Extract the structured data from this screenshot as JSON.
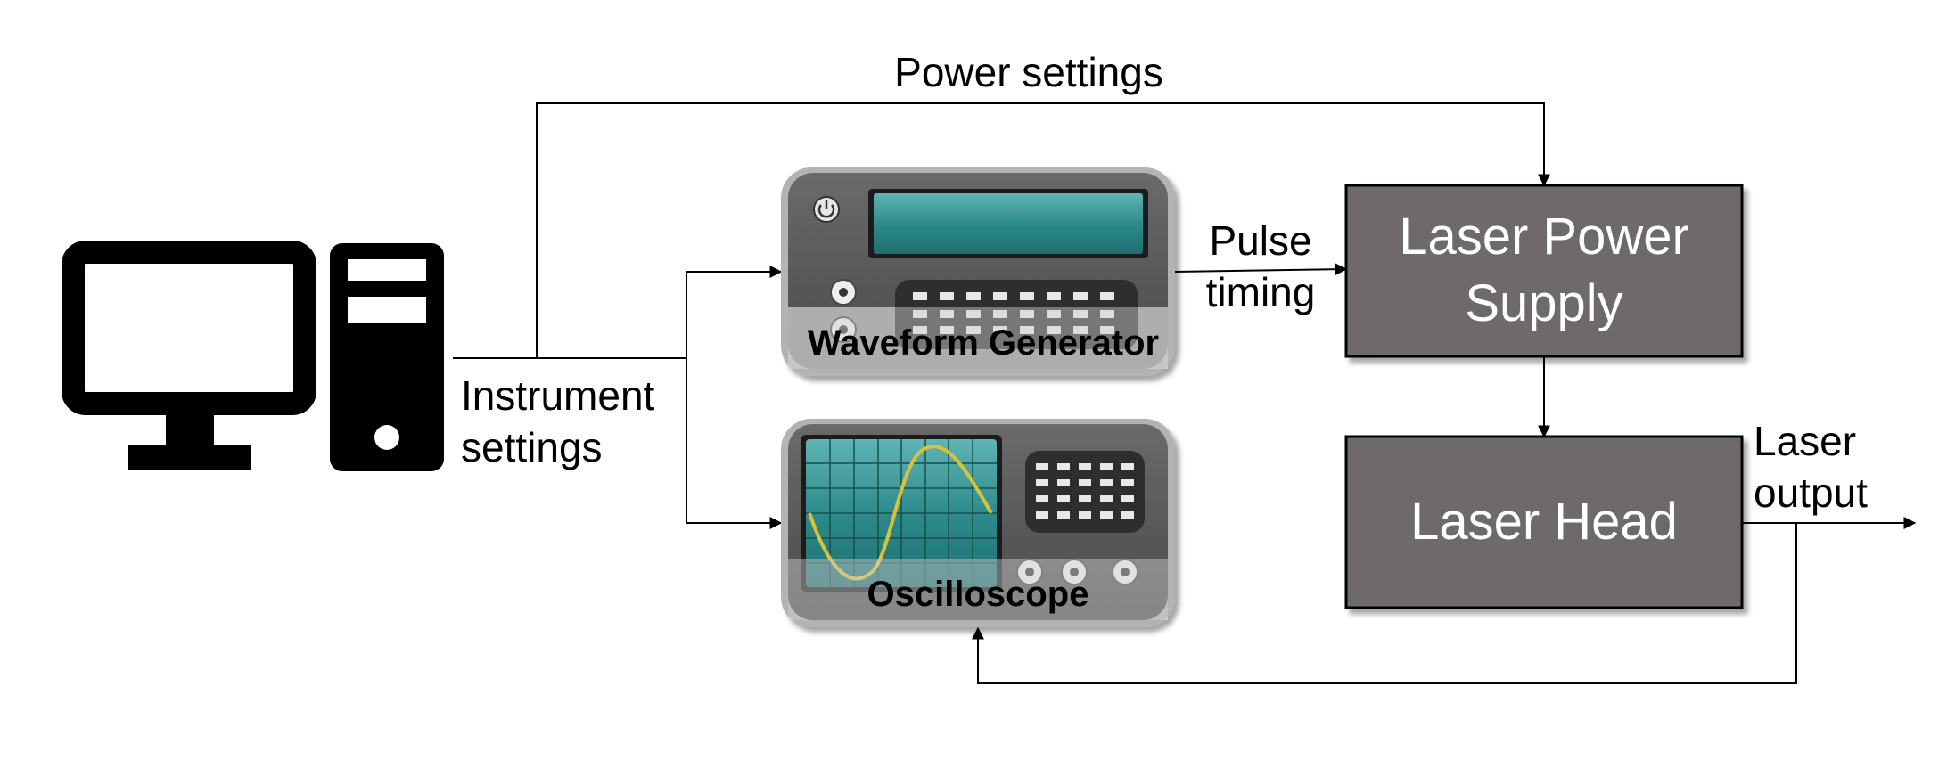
{
  "labels": {
    "power_settings": "Power settings",
    "pulse_line1": "Pulse",
    "pulse_line2": "timing",
    "instrument_line1": "Instrument",
    "instrument_line2": "settings",
    "laser_output_line1": "Laser",
    "laser_output_line2": "output"
  },
  "boxes": {
    "power_supply_line1": "Laser Power",
    "power_supply_line2": "Supply",
    "laser_head": "Laser Head"
  },
  "devices": {
    "waveform_generator": "Waveform Generator",
    "oscilloscope": "Oscilloscope"
  },
  "colors": {
    "box_fill": "#6e6b6b",
    "device_body": "#5a5a5a",
    "screen_teal": "#2e8b8b",
    "wave": "#d9c23a"
  },
  "icons": [
    "computer-monitor-icon",
    "computer-tower-icon",
    "power-button-icon"
  ]
}
